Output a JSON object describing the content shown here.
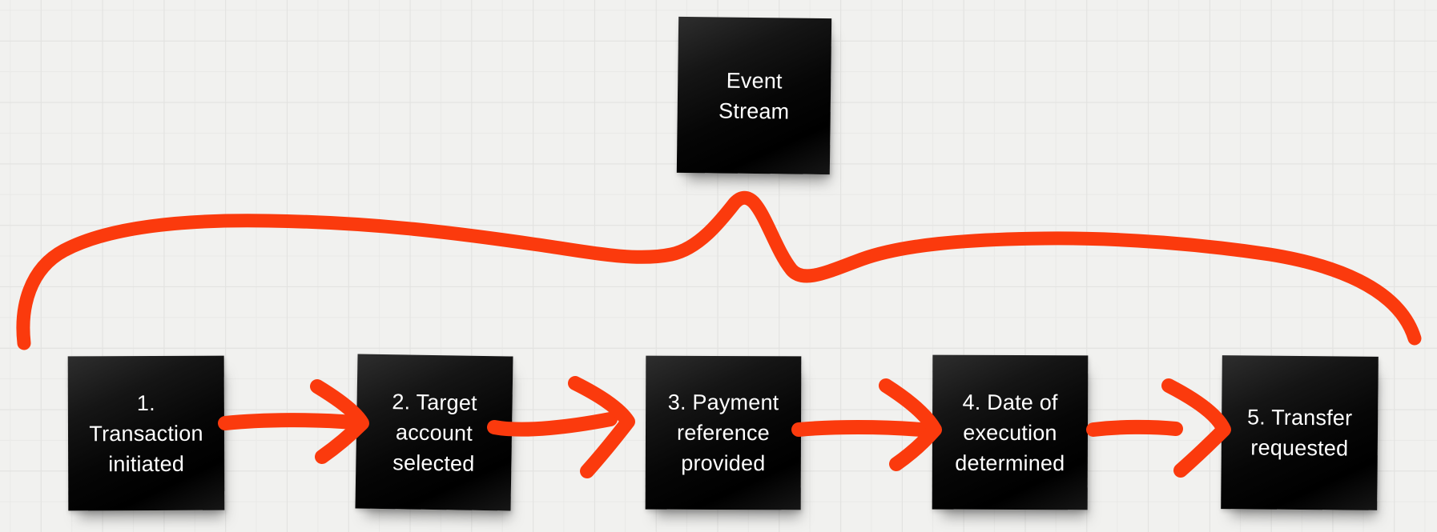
{
  "canvas": {
    "background_color": "#f1f1ef",
    "grid_fine_color": "#e9e9e7",
    "grid_strong_color": "#e2e2e0",
    "accent_color": "#fb3a0d",
    "note_color": "#0a0a0a",
    "note_text_color": "#ffffff"
  },
  "event_stream_note": {
    "label": "Event\nStream"
  },
  "steps": [
    {
      "label": "1.\nTransaction\ninitiated"
    },
    {
      "label": "2. Target\naccount\nselected"
    },
    {
      "label": "3. Payment\nreference\nprovided"
    },
    {
      "label": "4. Date of\nexecution\ndetermined"
    },
    {
      "label": "5. Transfer\nrequested"
    }
  ]
}
